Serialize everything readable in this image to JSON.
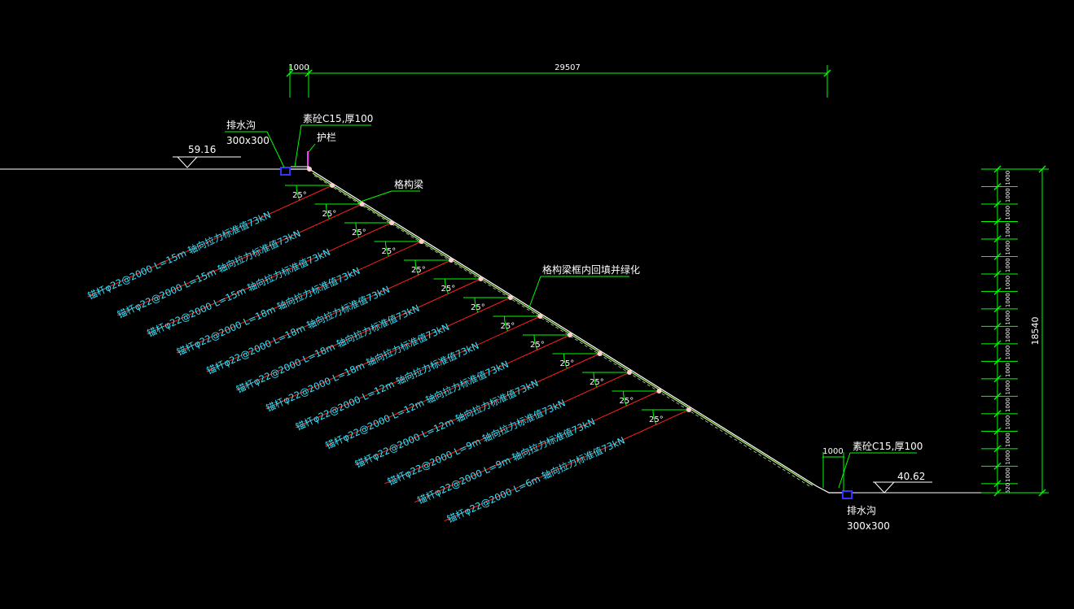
{
  "colors": {
    "background": "#000000",
    "ground": "#ffffff",
    "dimension": "#00ff00",
    "label": "#ffffff",
    "anchor": "#ff2020",
    "anchorText": "#33e6ff",
    "drain": "#3333ff",
    "rail": "#ff33ff",
    "slopeFace": "#aaff66"
  },
  "top_dims": {
    "left": "1000",
    "right": "29507"
  },
  "elevations": {
    "top": "59.16",
    "bottom": "40.62"
  },
  "labels": {
    "drain_top_title": "排水沟",
    "drain_top_size": "300x300",
    "concrete_top": "素砼C15,厚100",
    "railing": "护栏",
    "lattice_beam": "格构梁",
    "backfill": "格构梁框内回填并绿化",
    "bottom_dim": "1000",
    "concrete_bottom": "素砼C15,厚100",
    "drain_bottom_title": "排水沟",
    "drain_bottom_size": "300x300"
  },
  "right_dim": {
    "total": "18540",
    "segments": [
      "1000",
      "1000",
      "1000",
      "1000",
      "1000",
      "1000",
      "1000",
      "1000",
      "1000",
      "1000",
      "1000",
      "1000",
      "1000",
      "1000",
      "1000",
      "1000",
      "1000",
      "1000",
      "520"
    ]
  },
  "angle_label": "25°",
  "anchors": [
    "锚杆φ22@2000  L=15m  轴向拉力标准值73kN",
    "锚杆φ22@2000  L=15m  轴向拉力标准值73kN",
    "锚杆φ22@2000  L=15m  轴向拉力标准值73kN",
    "锚杆φ22@2000  L=18m  轴向拉力标准值73kN",
    "锚杆φ22@2000  L=18m  轴向拉力标准值73kN",
    "锚杆φ22@2000  L=18m  轴向拉力标准值73kN",
    "锚杆φ22@2000  L=18m  轴向拉力标准值73kN",
    "锚杆φ22@2000  L=12m  轴向拉力标准值73kN",
    "锚杆φ22@2000  L=12m  轴向拉力标准值73kN",
    "锚杆φ22@2000  L=12m  轴向拉力标准值73kN",
    "锚杆φ22@2000  L=9m  轴向拉力标准值73kN",
    "锚杆φ22@2000  L=9m  轴向拉力标准值73kN",
    "锚杆φ22@2000  L=6m  轴向拉力标准值73kN"
  ]
}
